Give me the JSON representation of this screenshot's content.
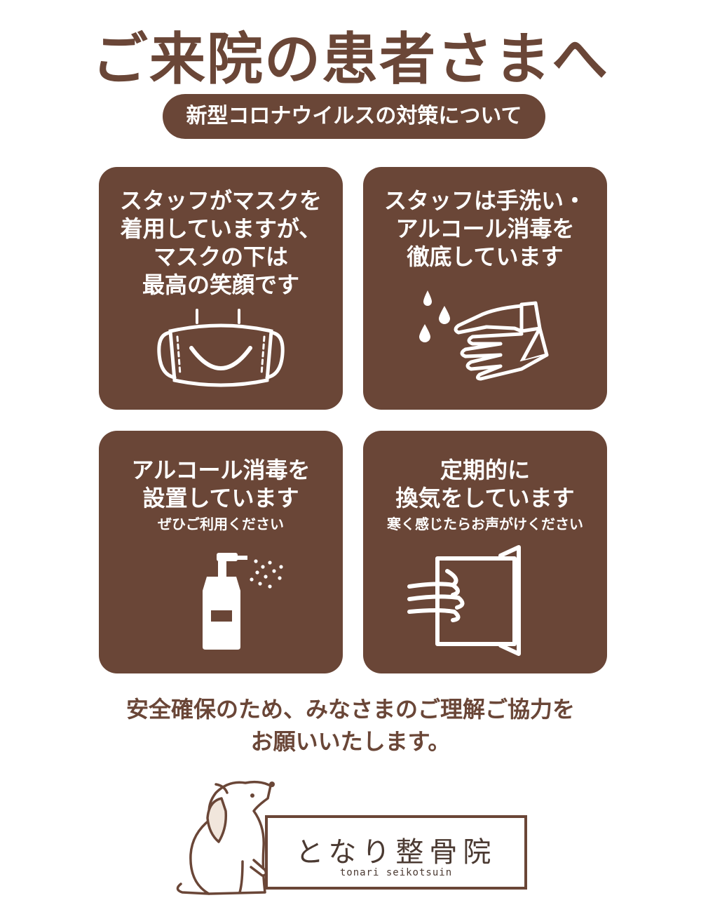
{
  "header": {
    "title": "ご来院の患者さまへ",
    "subtitle": "新型コロナウイルスの対策について"
  },
  "cards": [
    {
      "title": "スタッフがマスクを\n着用していますが、\nマスクの下は\n最高の笑顔です",
      "note": "",
      "icon": "smiling-mask-icon"
    },
    {
      "title": "スタッフは手洗い・\nアルコール消毒を\n徹底しています",
      "note": "",
      "icon": "hand-washing-icon"
    },
    {
      "title": "アルコール消毒を\n設置しています",
      "note": "ぜひご利用ください",
      "icon": "sanitizer-spray-icon"
    },
    {
      "title": "定期的に\n換気をしています",
      "note": "寒く感じたらお声がけください",
      "icon": "ventilation-window-icon"
    }
  ],
  "message": {
    "line1": "安全確保のため、みなさまのご理解ご協力を",
    "line2": "お願いいたします。"
  },
  "logo": {
    "name": "となり整骨院",
    "roman": "tonari seikotsuin",
    "icon": "dog-mascot-icon"
  },
  "colors": {
    "brand": "#6a4637",
    "text_on_brand": "#ffffff",
    "background": "#ffffff"
  }
}
